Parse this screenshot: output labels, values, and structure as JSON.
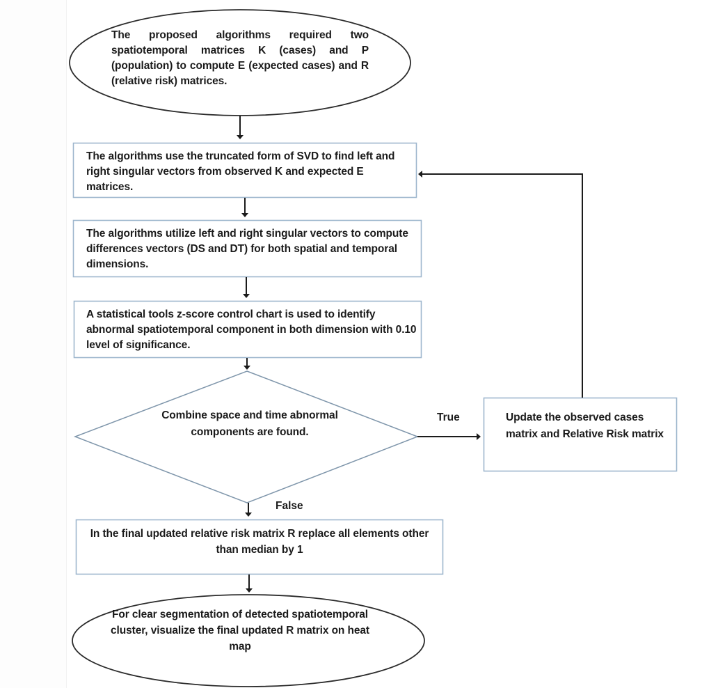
{
  "diagram": {
    "title": "Spatiotemporal cluster detection algorithm flowchart",
    "colors": {
      "ellipse_stroke": "#2b2b2b",
      "box_stroke": "#9db6cd",
      "diamond_stroke": "#7f96ab",
      "connector": "#1b1b1b",
      "text": "#1b1b1b",
      "background": "#ffffff"
    },
    "nodes": {
      "start": {
        "shape": "ellipse",
        "text": "The proposed algorithms required two spatiotemporal matrices K (cases) and P (population) to compute E (expected cases) and R (relative risk) matrices."
      },
      "step_svd": {
        "shape": "process",
        "text": "The algorithms use the truncated form of SVD to find left and right singular vectors from observed K and expected E matrices."
      },
      "step_diff": {
        "shape": "process",
        "text": "The algorithms utilize left and right singular vectors to compute differences vectors (DS and DT) for both spatial and temporal dimensions."
      },
      "step_zscore": {
        "shape": "process",
        "text": "A statistical tools z-score control chart is used to identify abnormal spatiotemporal component in both dimension with 0.10 level of significance."
      },
      "decision": {
        "shape": "decision",
        "text": "Combine space and time abnormal components are found."
      },
      "update": {
        "shape": "process",
        "text": "Update the observed cases matrix and Relative Risk matrix"
      },
      "replace": {
        "shape": "process",
        "text": "In the final updated relative risk matrix R replace all elements other than median by 1"
      },
      "end": {
        "shape": "ellipse",
        "text": "For clear segmentation of detected spatiotemporal cluster, visualize the final updated R matrix on heat map"
      }
    },
    "edge_labels": {
      "true": "True",
      "false": "False"
    },
    "edges": [
      {
        "from": "start",
        "to": "step_svd",
        "label": ""
      },
      {
        "from": "step_svd",
        "to": "step_diff",
        "label": ""
      },
      {
        "from": "step_diff",
        "to": "step_zscore",
        "label": ""
      },
      {
        "from": "step_zscore",
        "to": "decision",
        "label": ""
      },
      {
        "from": "decision",
        "to": "update",
        "label": "True"
      },
      {
        "from": "update",
        "to": "step_svd",
        "label": ""
      },
      {
        "from": "decision",
        "to": "replace",
        "label": "False"
      },
      {
        "from": "replace",
        "to": "end",
        "label": ""
      }
    ]
  }
}
